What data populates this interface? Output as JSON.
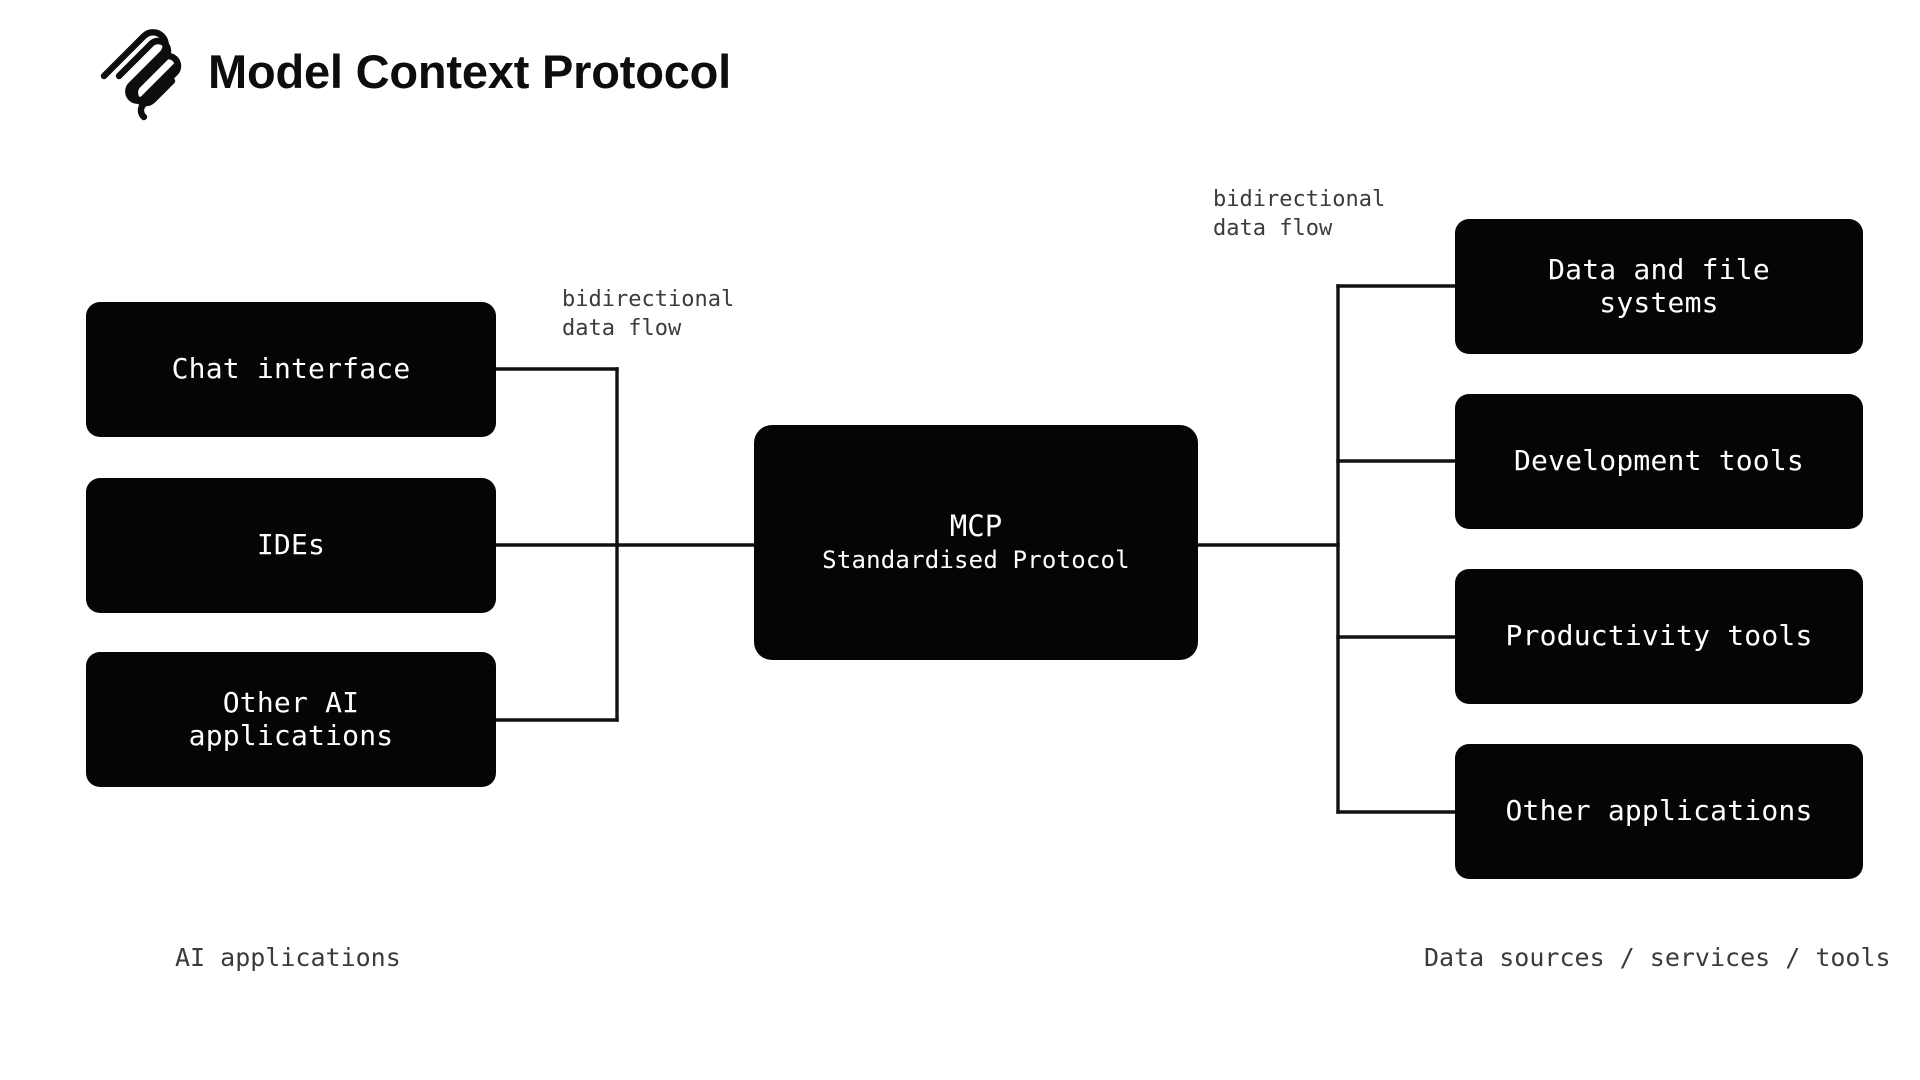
{
  "header": {
    "logo_icon": "mcp-paperclip-logo-icon",
    "title": "Model Context Protocol"
  },
  "diagram": {
    "type": "flow-diagram",
    "background_color": "#ffffff",
    "node_fill_color": "#050505",
    "node_text_color": "#ffffff",
    "connector_color": "#111111",
    "annotation_color": "#3b3b3b",
    "left_nodes": [
      {
        "id": "chat-interface",
        "label": "Chat interface"
      },
      {
        "id": "ides",
        "label": "IDEs"
      },
      {
        "id": "other-ai-applications",
        "label": "Other AI\napplications"
      }
    ],
    "center_node": {
      "id": "mcp",
      "title": "MCP",
      "subtitle": "Standardised Protocol"
    },
    "right_nodes": [
      {
        "id": "data-and-file-systems",
        "label": "Data and file\nsystems"
      },
      {
        "id": "development-tools",
        "label": "Development tools"
      },
      {
        "id": "productivity-tools",
        "label": "Productivity tools"
      },
      {
        "id": "other-applications",
        "label": "Other applications"
      }
    ],
    "annotations": [
      {
        "id": "left-flow",
        "text": "bidirectional\ndata flow"
      },
      {
        "id": "right-flow",
        "text": "bidirectional\ndata flow"
      }
    ],
    "captions": {
      "left": "AI applications",
      "right": "Data sources / services / tools"
    }
  }
}
